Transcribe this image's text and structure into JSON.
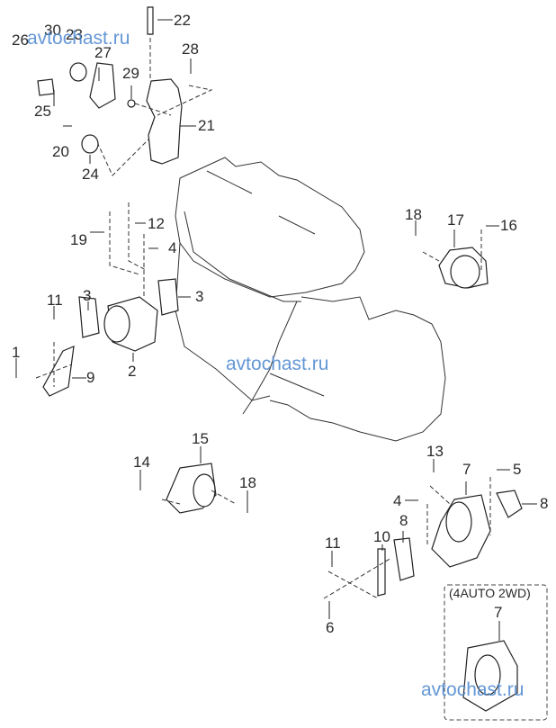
{
  "diagram": {
    "title": "Engine / transmission mounting parts",
    "watermark": "avtochast.ru",
    "callouts": [
      {
        "id": "p1",
        "label": "1"
      },
      {
        "id": "p2",
        "label": "2"
      },
      {
        "id": "p3a",
        "label": "3"
      },
      {
        "id": "p3b",
        "label": "3"
      },
      {
        "id": "p4a",
        "label": "4"
      },
      {
        "id": "p4b",
        "label": "4"
      },
      {
        "id": "p5",
        "label": "5"
      },
      {
        "id": "p6",
        "label": "6"
      },
      {
        "id": "p7a",
        "label": "7"
      },
      {
        "id": "p7b",
        "label": "7"
      },
      {
        "id": "p8a",
        "label": "8"
      },
      {
        "id": "p8b",
        "label": "8"
      },
      {
        "id": "p9",
        "label": "9"
      },
      {
        "id": "p10",
        "label": "10"
      },
      {
        "id": "p11a",
        "label": "11"
      },
      {
        "id": "p11b",
        "label": "11"
      },
      {
        "id": "p12",
        "label": "12"
      },
      {
        "id": "p13",
        "label": "13"
      },
      {
        "id": "p14",
        "label": "14"
      },
      {
        "id": "p15",
        "label": "15"
      },
      {
        "id": "p16",
        "label": "16"
      },
      {
        "id": "p17",
        "label": "17"
      },
      {
        "id": "p18a",
        "label": "18"
      },
      {
        "id": "p18b",
        "label": "18"
      },
      {
        "id": "p19",
        "label": "19"
      },
      {
        "id": "p20",
        "label": "20"
      },
      {
        "id": "p21",
        "label": "21"
      },
      {
        "id": "p22",
        "label": "22"
      },
      {
        "id": "p24",
        "label": "24"
      },
      {
        "id": "p25",
        "label": "25"
      },
      {
        "id": "p26",
        "label": "26"
      },
      {
        "id": "p27",
        "label": "27"
      },
      {
        "id": "p28",
        "label": "28"
      },
      {
        "id": "p29",
        "label": "29"
      },
      {
        "id": "p30",
        "label": "30"
      },
      {
        "id": "p23",
        "label": "23"
      }
    ],
    "inset": {
      "title": "(4AUTO 2WD)",
      "part_label": "7"
    }
  }
}
